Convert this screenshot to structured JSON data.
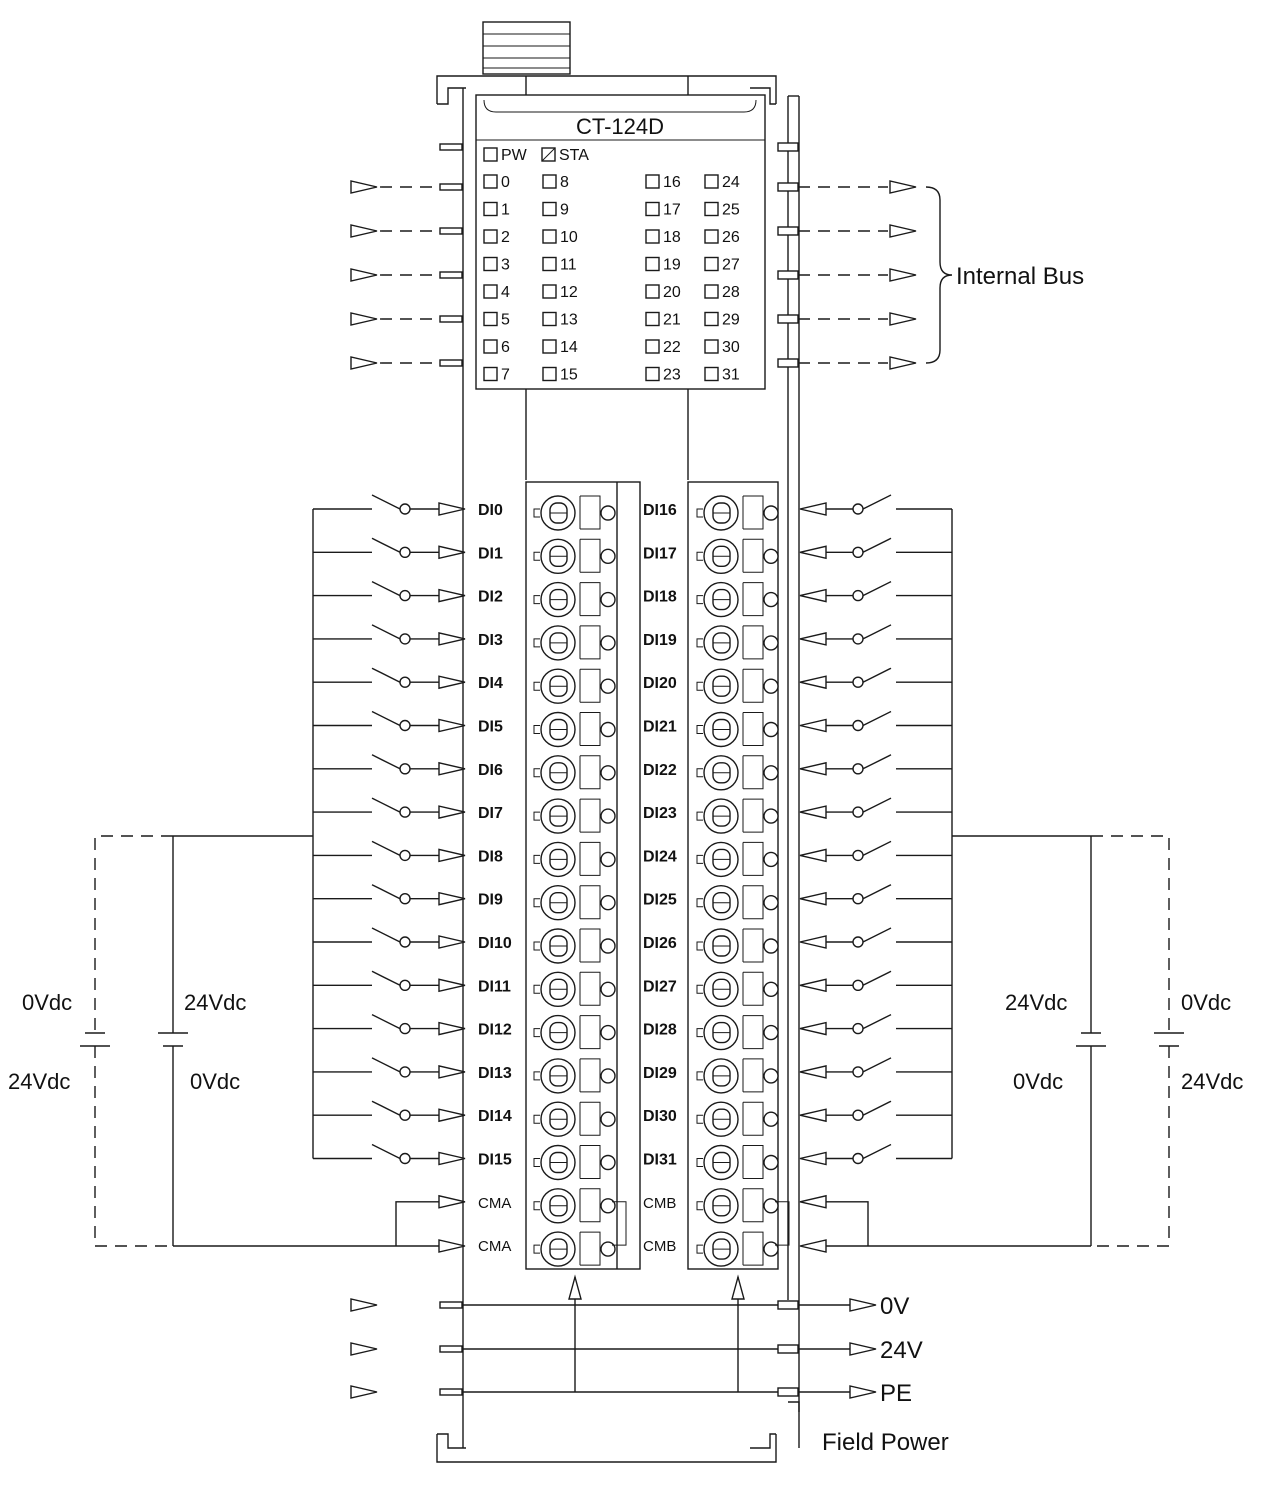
{
  "module": {
    "model": "CT-124D",
    "status_leds": [
      {
        "label": "PW",
        "state": "off"
      },
      {
        "label": "STA",
        "state": "hatched"
      }
    ],
    "channel_leds": [
      "0",
      "1",
      "2",
      "3",
      "4",
      "5",
      "6",
      "7",
      "8",
      "9",
      "10",
      "11",
      "12",
      "13",
      "14",
      "15",
      "16",
      "17",
      "18",
      "19",
      "20",
      "21",
      "22",
      "23",
      "24",
      "25",
      "26",
      "27",
      "28",
      "29",
      "30",
      "31"
    ]
  },
  "terminals": {
    "left": [
      "DI0",
      "DI1",
      "DI2",
      "DI3",
      "DI4",
      "DI5",
      "DI6",
      "DI7",
      "DI8",
      "DI9",
      "DI10",
      "DI11",
      "DI12",
      "DI13",
      "DI14",
      "DI15",
      "CMA",
      "CMA"
    ],
    "right": [
      "DI16",
      "DI17",
      "DI18",
      "DI19",
      "DI20",
      "DI21",
      "DI22",
      "DI23",
      "DI24",
      "DI25",
      "DI26",
      "DI27",
      "DI28",
      "DI29",
      "DI30",
      "DI31",
      "CMB",
      "CMB"
    ]
  },
  "supplies": {
    "left_dashed": {
      "upper": "0Vdc",
      "lower": "24Vdc"
    },
    "left_solid": {
      "upper": "24Vdc",
      "lower": "0Vdc"
    },
    "right_solid": {
      "upper": "24Vdc",
      "lower": "0Vdc"
    },
    "right_dashed": {
      "upper": "0Vdc",
      "lower": "24Vdc"
    }
  },
  "labels": {
    "internal_bus": "Internal Bus",
    "field_power": "Field Power",
    "power_lines": [
      "0V",
      "24V",
      "PE"
    ]
  }
}
